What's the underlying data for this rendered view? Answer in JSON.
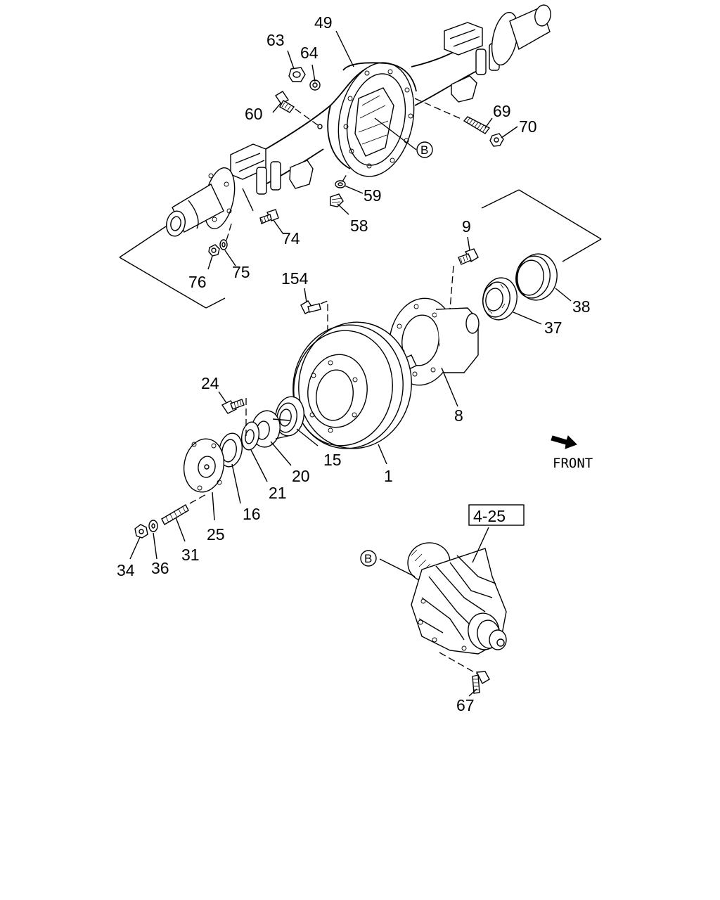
{
  "diagram": {
    "callouts": {
      "c49": "49",
      "c63": "63",
      "c64": "64",
      "c60": "60",
      "c69": "69",
      "c70": "70",
      "c59": "59",
      "c58": "58",
      "c74": "74",
      "c76": "76",
      "c75": "75",
      "c9": "9",
      "c154": "154",
      "c38": "38",
      "c37": "37",
      "c8": "8",
      "c24": "24",
      "c15": "15",
      "c20": "20",
      "c21": "21",
      "c1": "1",
      "c16": "16",
      "c25": "25",
      "c31": "31",
      "c34": "34",
      "c36": "36",
      "c67": "67"
    },
    "ref_marker": "B",
    "ref_box": "4-25",
    "front_label": "FRONT"
  }
}
